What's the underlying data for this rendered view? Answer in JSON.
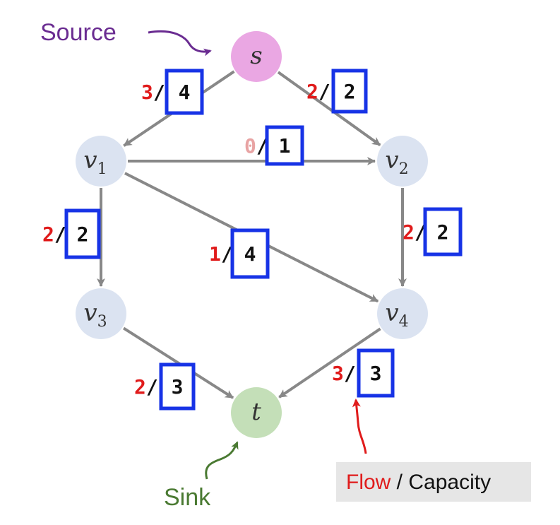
{
  "colors": {
    "edge": "#888888",
    "source_node": "#eaa7e3",
    "sink_node": "#c4dfb8",
    "inner_node": "#dbe3f1",
    "flow": "#e01b1b",
    "flow_zero": "#e8a3a3",
    "capacity_box": "#1733e6",
    "source_label": "#6a2c91",
    "sink_label": "#4a7a32",
    "pointer_red": "#e01b1b",
    "legend_bg": "#e6e6e6"
  },
  "nodes": [
    {
      "id": "s",
      "label": "s",
      "sub": "",
      "kind": "source"
    },
    {
      "id": "v1",
      "label": "v",
      "sub": "1",
      "kind": "inner"
    },
    {
      "id": "v2",
      "label": "v",
      "sub": "2",
      "kind": "inner"
    },
    {
      "id": "v3",
      "label": "v",
      "sub": "3",
      "kind": "inner"
    },
    {
      "id": "v4",
      "label": "v",
      "sub": "4",
      "kind": "inner"
    },
    {
      "id": "t",
      "label": "t",
      "sub": "",
      "kind": "sink"
    }
  ],
  "edges": [
    {
      "id": "s-v1",
      "from": "s",
      "to": "v1",
      "flow": "3",
      "capacity": "4"
    },
    {
      "id": "s-v2",
      "from": "s",
      "to": "v2",
      "flow": "2",
      "capacity": "2"
    },
    {
      "id": "v1-v2",
      "from": "v1",
      "to": "v2",
      "flow": "0",
      "capacity": "1"
    },
    {
      "id": "v1-v3",
      "from": "v1",
      "to": "v3",
      "flow": "2",
      "capacity": "2"
    },
    {
      "id": "v1-v4",
      "from": "v1",
      "to": "v4",
      "flow": "1",
      "capacity": "4"
    },
    {
      "id": "v2-v4",
      "from": "v2",
      "to": "v4",
      "flow": "2",
      "capacity": "2"
    },
    {
      "id": "v3-t",
      "from": "v3",
      "to": "t",
      "flow": "2",
      "capacity": "3"
    },
    {
      "id": "v4-t",
      "from": "v4",
      "to": "t",
      "flow": "3",
      "capacity": "3"
    }
  ],
  "annotations": {
    "source": "Source",
    "sink": "Sink"
  },
  "legend": {
    "flow_word": "Flow",
    "separator": " / ",
    "capacity_word": "Capacity"
  }
}
